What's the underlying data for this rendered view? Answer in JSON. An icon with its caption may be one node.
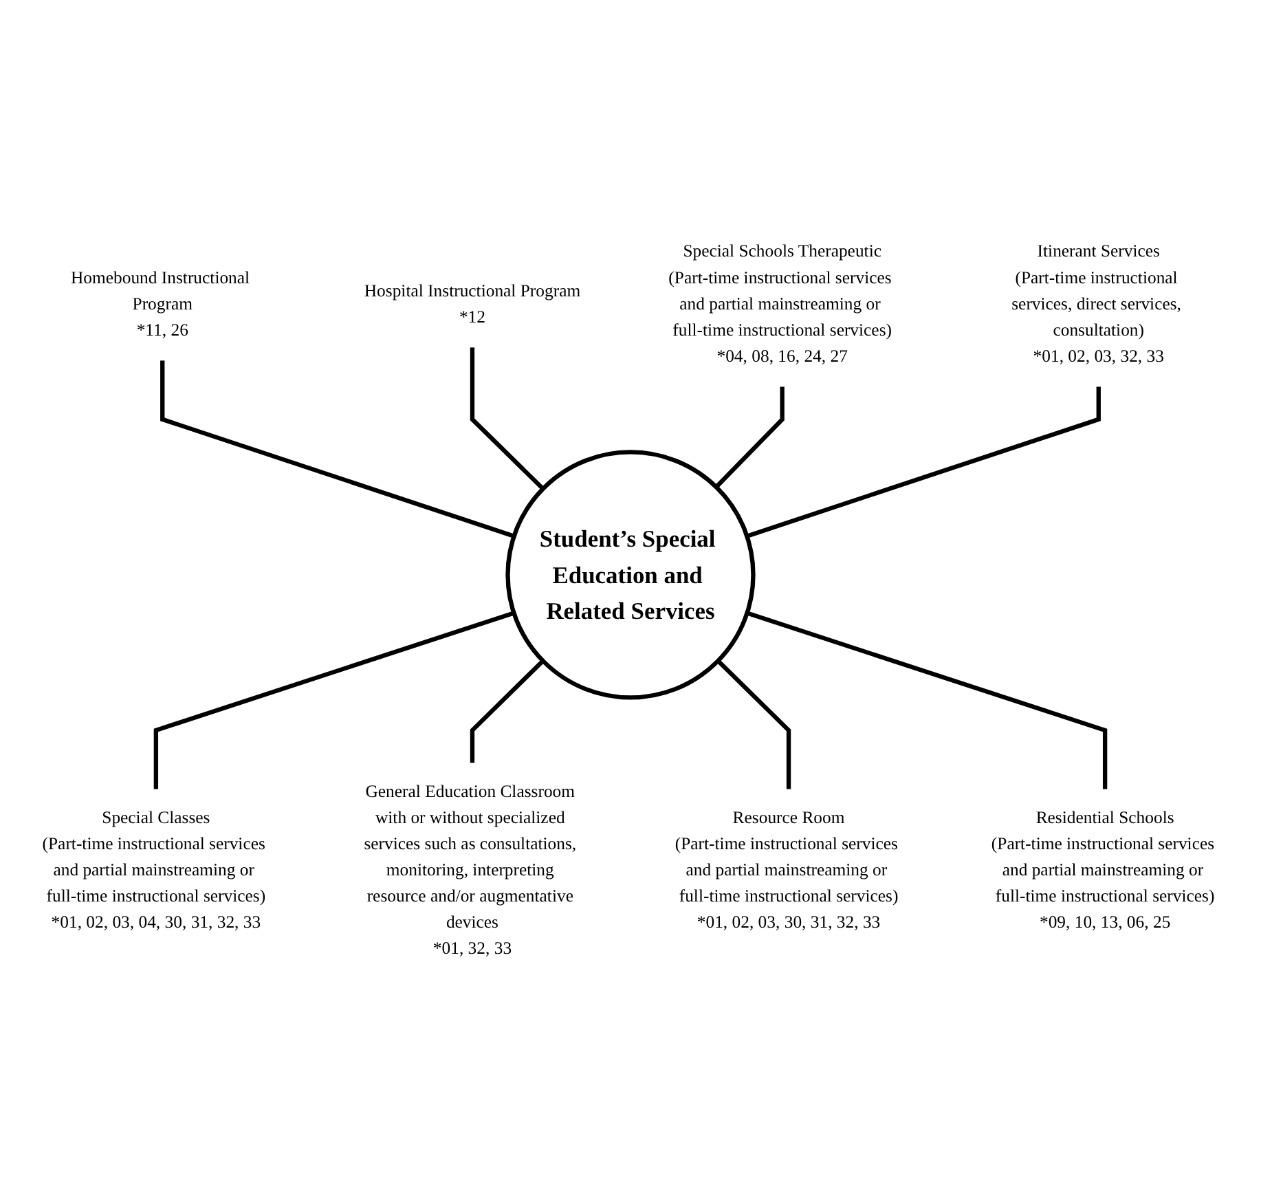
{
  "diagram": {
    "nodes": [
      {
        "text": [
          "Homebound Instructional Program",
          "*11, 26"
        ]
      },
      {
        "text": [
          "Hospital Instructional Program",
          "*12"
        ]
      },
      {
        "text": [
          "Special Schools Therapeutic",
          "(Part-time instructional services and partial mainstreaming or full-time instructional services)",
          "*04, 08, 16, 24, 27"
        ]
      },
      {
        "text": [
          "Student’s Special Education and Related Services"
        ]
      },
      {
        "text": [
          "Itinerant Services",
          "(Part-time instructional services, direct services, consultation)",
          "*01, 02, 03, 32, 33"
        ]
      },
      {
        "text": [
          "Special Classes",
          "(Part-time instructional services and partial mainstreaming or full-time instructional services)",
          "*01, 02, 03, 04, 30, 31, 32, 33"
        ]
      },
      {
        "text": [
          "General Education Classroom with or without specialized services such as consultations, monitoring, interpreting resource and/or augmentative devices",
          "*01, 32, 33"
        ]
      },
      {
        "text": [
          "Resource Room",
          "(Part-time instructional services and partial mainstreaming or full-time instructional services)",
          "*01, 02, 03, 30, 31, 32, 33"
        ]
      },
      {
        "text": [
          "Residential Schools",
          "(Part-time instructional services and partial mainstreaming or full-time instructional services)",
          "*09, 10, 13, 06, 25"
        ]
      }
    ],
    "edges": [
      {
        "from": 0,
        "to": 3,
        "arrow": "none"
      },
      {
        "from": 1,
        "to": 3,
        "arrow": "none"
      },
      {
        "from": 2,
        "to": 3,
        "arrow": "none"
      },
      {
        "from": 4,
        "to": 3,
        "arrow": "none"
      },
      {
        "from": 3,
        "to": 5,
        "arrow": "none"
      },
      {
        "from": 3,
        "to": 6,
        "arrow": "none"
      },
      {
        "from": 3,
        "to": 7,
        "arrow": "none"
      },
      {
        "from": 3,
        "to": 8,
        "arrow": "none"
      }
    ]
  }
}
